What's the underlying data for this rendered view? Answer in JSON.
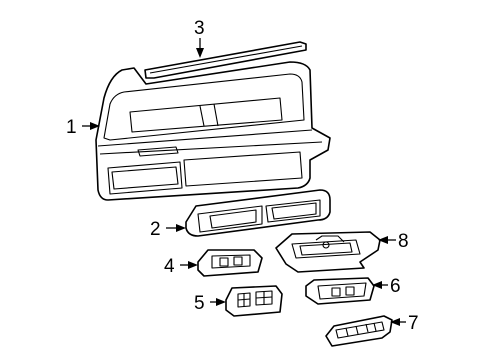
{
  "diagram": {
    "callouts": [
      {
        "id": "1",
        "label": "1"
      },
      {
        "id": "2",
        "label": "2"
      },
      {
        "id": "3",
        "label": "3"
      },
      {
        "id": "4",
        "label": "4"
      },
      {
        "id": "5",
        "label": "5"
      },
      {
        "id": "6",
        "label": "6"
      },
      {
        "id": "7",
        "label": "7"
      },
      {
        "id": "8",
        "label": "8"
      }
    ]
  }
}
